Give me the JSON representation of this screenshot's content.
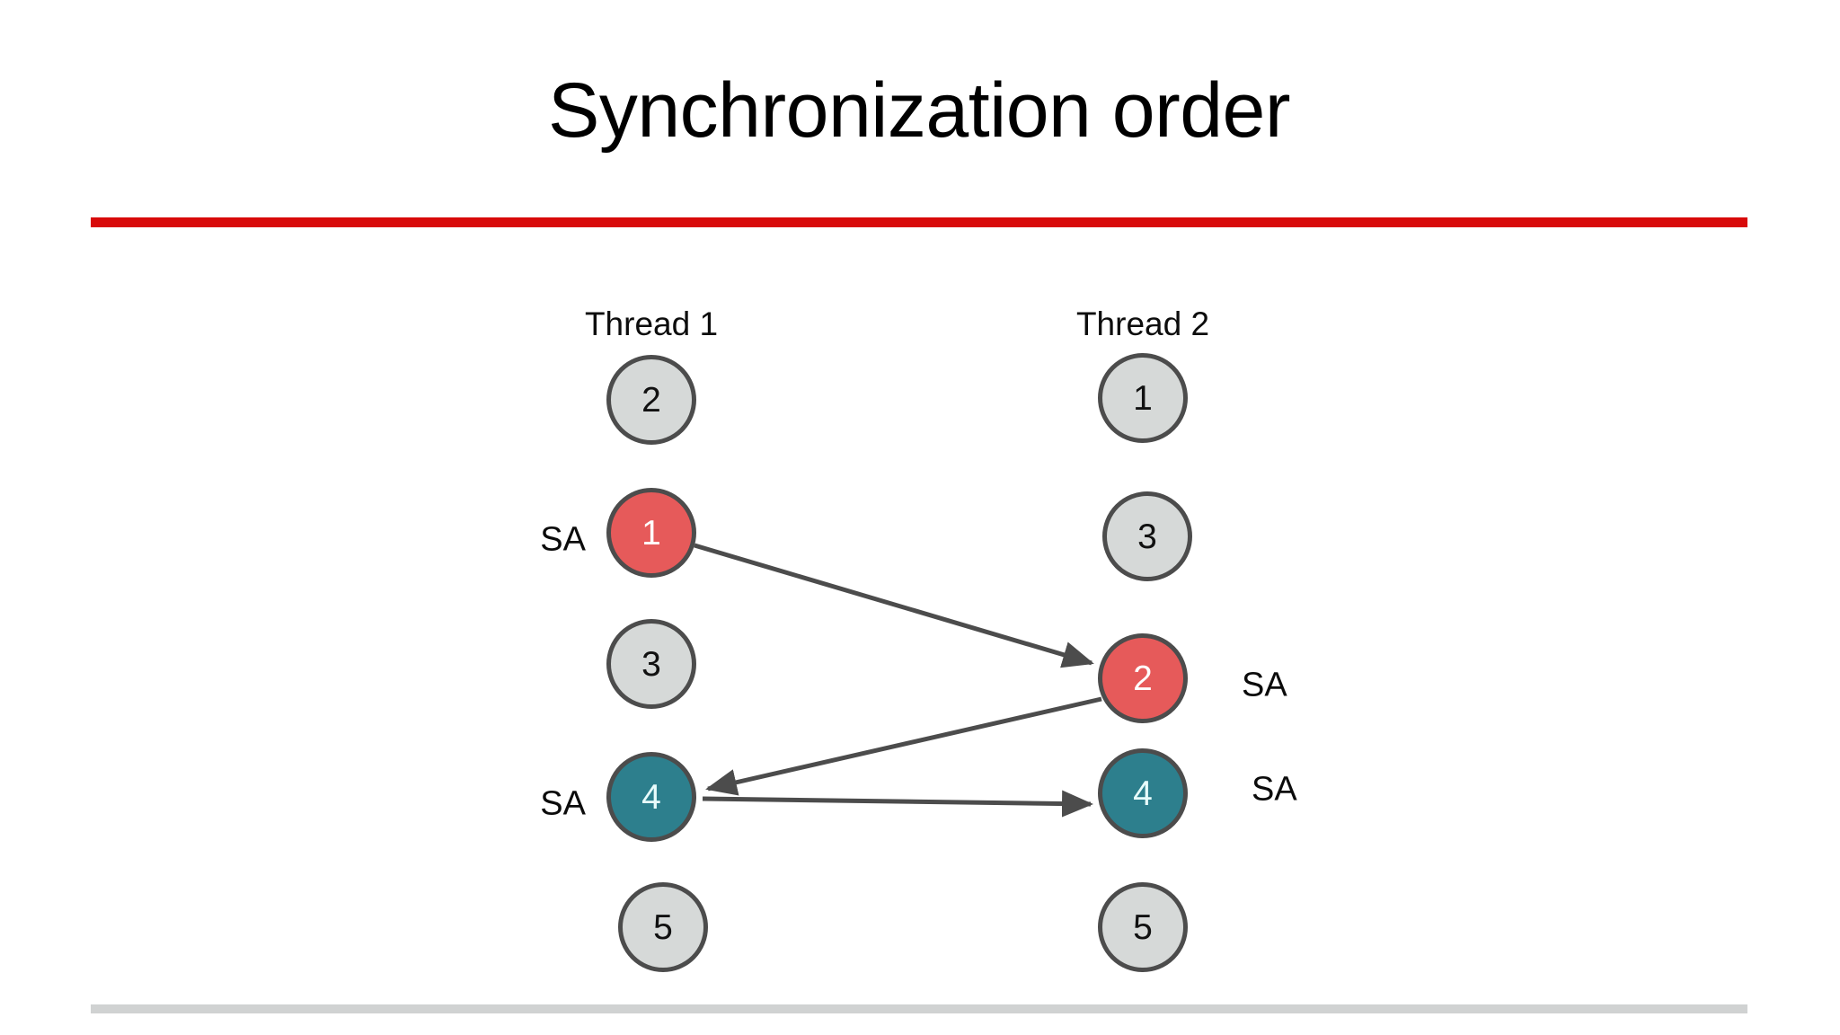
{
  "slide": {
    "title": "Synchronization order",
    "accent_color": "#d80a0a",
    "footer_color": "#d0d2d2",
    "background": "#ffffff"
  },
  "diagram": {
    "edge_color": "#4c4c4c",
    "node_border_color": "#4c4c4c",
    "node_colors": {
      "plain": "#d6d9d8",
      "red": "#e65a5a",
      "teal": "#2d7f8d"
    },
    "columns": [
      {
        "header": "Thread 1",
        "nodes": [
          {
            "label": "2",
            "style": "plain",
            "sa": ""
          },
          {
            "label": "1",
            "style": "red",
            "sa": "SA"
          },
          {
            "label": "3",
            "style": "plain",
            "sa": ""
          },
          {
            "label": "4",
            "style": "teal",
            "sa": "SA"
          },
          {
            "label": "5",
            "style": "plain",
            "sa": ""
          }
        ]
      },
      {
        "header": "Thread 2",
        "nodes": [
          {
            "label": "1",
            "style": "plain",
            "sa": ""
          },
          {
            "label": "3",
            "style": "plain",
            "sa": ""
          },
          {
            "label": "2",
            "style": "red",
            "sa": "SA"
          },
          {
            "label": "4",
            "style": "teal",
            "sa": "SA"
          },
          {
            "label": "5",
            "style": "plain",
            "sa": ""
          }
        ]
      }
    ],
    "edges": [
      {
        "from": "T1-1",
        "to": "T2-2",
        "direction": "right"
      },
      {
        "from": "T2-2",
        "to": "T1-4",
        "direction": "left"
      },
      {
        "from": "T1-4",
        "to": "T2-4",
        "direction": "right"
      }
    ]
  }
}
